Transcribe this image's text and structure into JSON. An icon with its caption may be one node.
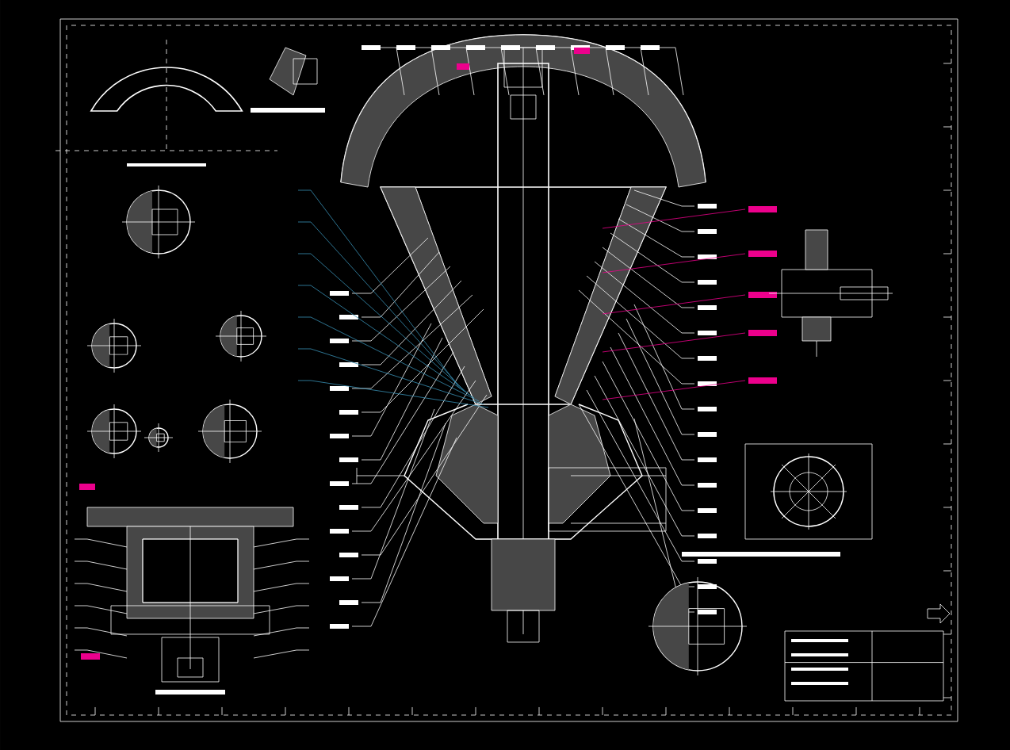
{
  "diagram": {
    "nodes": [
      {
        "text": [],
        "shape": "picture"
      },
      {
        "text": [],
        "shape": "picture"
      },
      {
        "text": [],
        "shape": "picture"
      },
      {
        "text": [],
        "shape": "picture"
      },
      {
        "text": [],
        "shape": "picture"
      },
      {
        "text": [],
        "shape": "picture"
      },
      {
        "text": [],
        "shape": "picture"
      },
      {
        "text": [],
        "shape": "picture"
      },
      {
        "text": [],
        "shape": "picture"
      },
      {
        "text": [],
        "shape": "picture"
      },
      {
        "text": [],
        "shape": "picture"
      },
      {
        "text": [],
        "shape": "picture"
      },
      {
        "text": [],
        "shape": "picture"
      },
      {
        "text": [],
        "shape": "box"
      }
    ]
  }
}
